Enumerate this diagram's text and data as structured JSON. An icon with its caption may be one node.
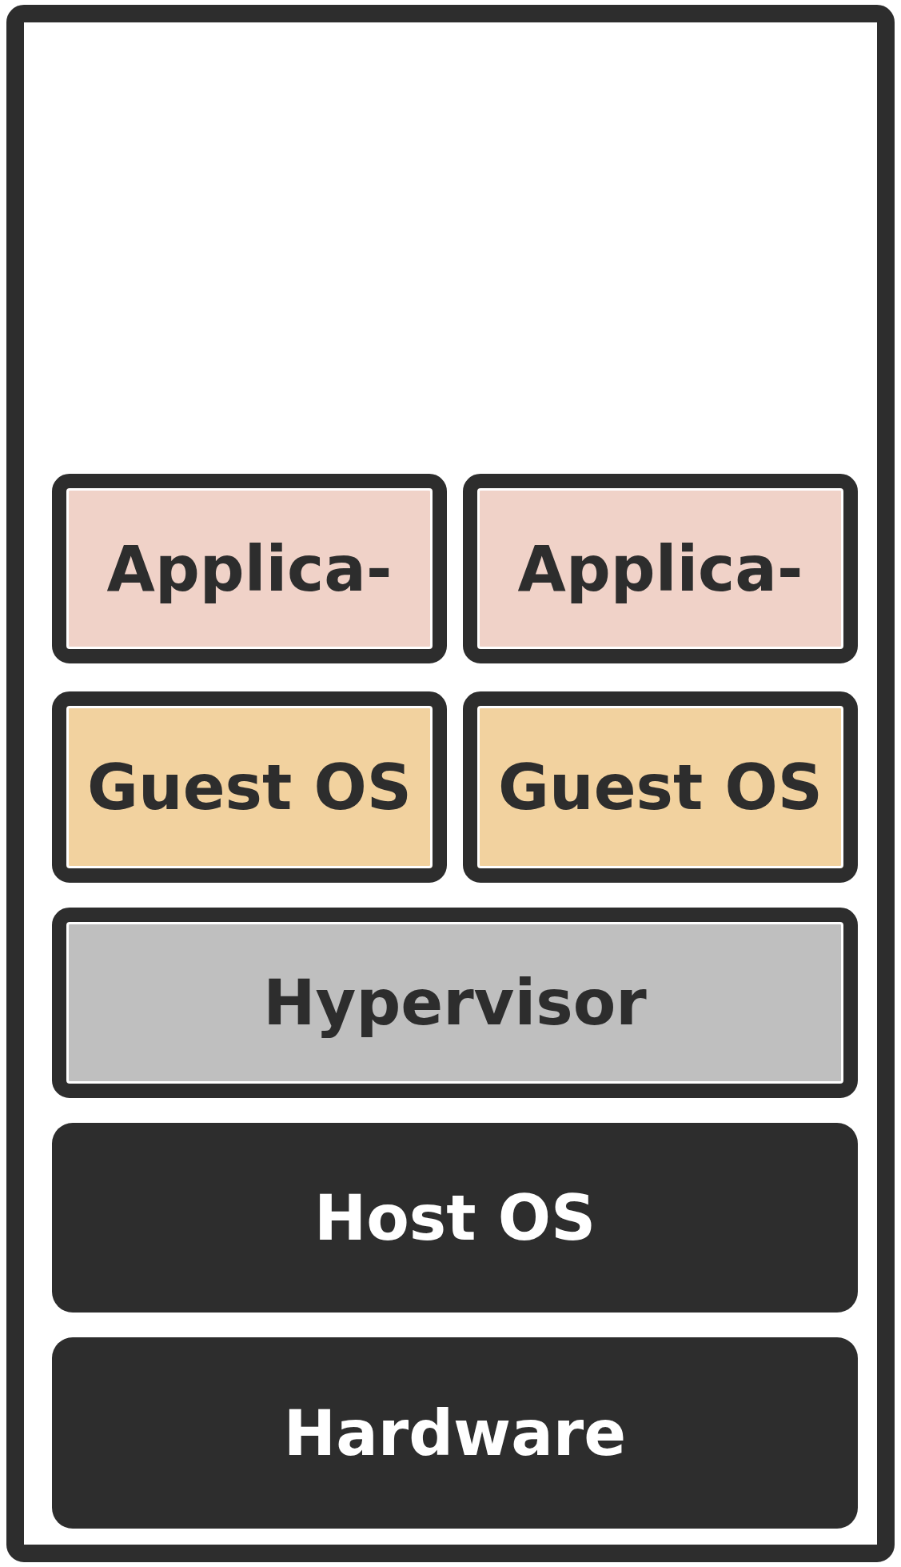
{
  "diagram": {
    "nodes": [
      {
        "text": [],
        "shape": "box"
      },
      {
        "text": [
          "Applica-"
        ],
        "in": 0
      },
      {
        "text": [
          "Applica-"
        ],
        "in": 0
      },
      {
        "text": [
          "Guest OS"
        ],
        "in": 0
      },
      {
        "text": [
          "Guest OS"
        ],
        "in": 0
      },
      {
        "text": [
          "Hypervisor"
        ],
        "in": 0
      },
      {
        "text": [
          "Host OS"
        ],
        "in": 0
      },
      {
        "text": [
          "Hardware"
        ],
        "in": 0
      }
    ]
  }
}
